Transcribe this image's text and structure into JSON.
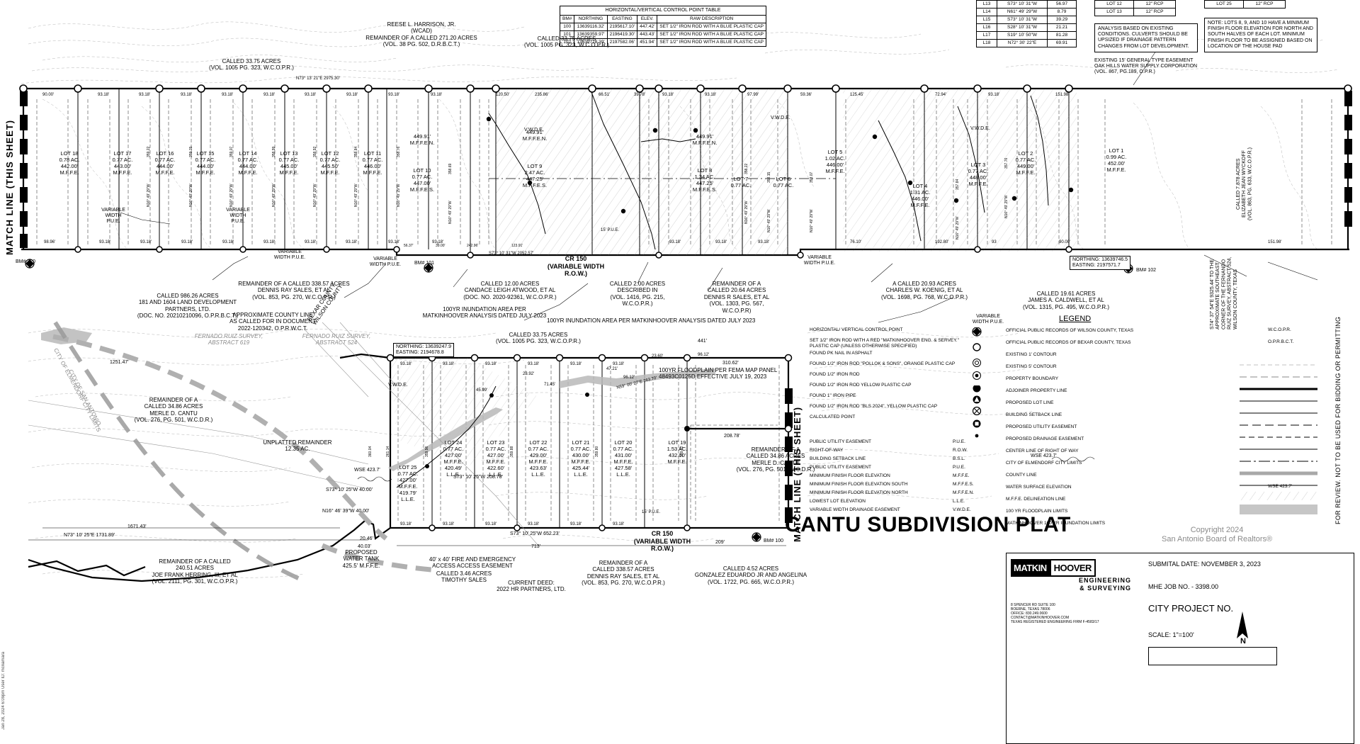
{
  "sheet": {
    "title": "CANTU SUBDIVISION PLAT",
    "match_line_left": "MATCH LINE (THIS SHEET)",
    "match_line_right": "MATCH LINE (THIS SHEET)",
    "sidebar_note": "FOR REVIEW. NOT TO BE USED FOR BIDDING OR PERMITTING",
    "vertical_date": "Jan 28, 2024 6:09pm  User ID: mcnamara",
    "copyright": "Copyright 2024\nSan Antonio Board of Realtors®"
  },
  "control_point_table": {
    "title": "HORIZONTAL/VERTICAL CONTROL POINT TABLE",
    "headers": [
      "BM#",
      "NORTHING",
      "EASTING",
      "ELEV.",
      "RAW DESCRIPTION"
    ],
    "rows": [
      [
        "100",
        "13639116.32'",
        "2195617.10'",
        "447.42'",
        "SET 1/2\" IRON ROD WITH A BLUE PLASTIC CAP"
      ],
      [
        "101",
        "13639359.97'",
        "2196419.30'",
        "443.43'",
        "SET 1/2\" IRON ROD WITH A BLUE PLASTIC CAP"
      ],
      [
        "102",
        "13639718.39'",
        "2197582.06'",
        "451.94'",
        "SET 1/2\" IRON ROD WITH A BLUE PLASTIC CAP"
      ]
    ]
  },
  "line_table": {
    "rows": [
      [
        "L13",
        "S73° 10' 31\"W",
        "56.97"
      ],
      [
        "L14",
        "N61° 49' 29\"W",
        "8.79"
      ],
      [
        "L15",
        "S73° 10' 31\"W",
        "39.29"
      ],
      [
        "L16",
        "S28° 10' 31\"W",
        "21.21"
      ],
      [
        "L17",
        "S19° 10' 50\"W",
        "81.28"
      ],
      [
        "L18",
        "N72° 30' 22\"E",
        "69.91"
      ]
    ]
  },
  "culvert_table_left": {
    "rows": [
      [
        "LOT 12",
        "12\" RCP"
      ],
      [
        "LOT 13",
        "12\" RCP"
      ]
    ]
  },
  "culvert_table_right": {
    "rows": [
      [
        "LOT 25",
        "12\" RCP"
      ]
    ]
  },
  "notes": {
    "drainage_note": "ANALYSIS BASED ON EXISTING CONDITIONS. CULVERTS SHOULD BE UPSIZED IF DRAINAGE PATTERN CHANGES FROM LOT DEVELOPMENT.",
    "easement_note": "EXISTING 15' GENERAL TYPE EASEMENT OAK HILLS WATER SUPPLY CORPORATION (VOL. 867, PG.189, O.P.R.)",
    "mffe_note": "NOTE: LOTS 8, 9, AND 10 HAVE A MINIMUM FINISH FLOOR ELEVATION FOR NORTH AND SOUTH HALVES OF EACH LOT. MINIMUM FINISH FLOOR TO BE ASSIGNED BASED ON LOCATION OF THE HOUSE PAD",
    "floodplain_note": "100YR FLOODPLAIN PER FEMA MAP PANEL 48493C0125D EFFECTIVE JULY 19, 2023",
    "inundation_note_upper": "100YR INUNDATION AREA PER MATKINHOOVER ANALYSIS DATED JULY 2023",
    "inundation_note_mid": "100YR INUNDATION AREA PER MATKINHOOVER ANALYSIS DATED JULY 2023"
  },
  "adjoiners": [
    {
      "id": "harrison",
      "text": "REESE L. HARRISON, JR.\n(WCAD)\nREMAINDER OF A CALLED 271.20 ACRES\n(VOL. 38 PG. 502, D.R.B.C.T.)"
    },
    {
      "id": "called-33-75-top",
      "text": "CALLED 33.75 ACRES\n(VOL. 1005 PG. 323, W.C.O.P.R.)"
    },
    {
      "id": "called-33-75-left",
      "text": "CALLED 33.75 ACRES\n(VOL. 1005 PG. 323, W.C.O.P.R.)"
    },
    {
      "id": "sales-338",
      "text": "REMAINDER OF A CALLED 338.57 ACRES\nDENNIS RAY SALES, ET AL\n(VOL. 853, PG. 270, W.C.O.P.R.)"
    },
    {
      "id": "atwood",
      "text": "CALLED 12.00 ACRES\nCANDACE LEIGH ATWOOD, ET AL\n(DOC. NO. 2020-92361, W.C.O.P.R.)"
    },
    {
      "id": "called-2-00",
      "text": "CALLED 2.00 ACRES\nDESCRIBED IN\n(VOL. 1416, PG. 215,\nW.C.O.P.R.)"
    },
    {
      "id": "sales-2064",
      "text": "REMAINDER OF A\nCALLED 20.64 ACRES\nDENNIS R SALES, ET AL\n(VOL. 1303, PG. 567,\nW.C.O.P.R)"
    },
    {
      "id": "koenig",
      "text": "A CALLED 20.93 ACRES\nCHARLES W. KOENIG, ET AL\n(VOL. 1698, PG. 768, W.C.O.P.R.)"
    },
    {
      "id": "caldwell",
      "text": "CALLED 19.61 ACRES\nJAMES A. CALDWELL, ET AL\n(VOL. 1315, PG. 495, W.C.O.P.R.)"
    },
    {
      "id": "land1604",
      "text": "CALLED 986.26 ACRES\n181 AND 1604 LAND DEVELOPMENT\nPARTNERS, LTD.\n(DOC. NO. 20210210096, O.P.R.B.C.T.)"
    },
    {
      "id": "cantu-3486-left",
      "text": "REMAINDER OF A\nCALLED 34.86 ACRES\nMERLE D. CANTU\n(VOL. 276, PG. 501, W.C.D.R.)"
    },
    {
      "id": "cantu-3486-right",
      "text": "REMAINDER OF A\nCALLED 34.86 ACRES\nMERLE D. CANTU\n(VOL. 276, PG. 501, W.C.D.R.)"
    },
    {
      "id": "called-33-75-mid",
      "text": "CALLED 33.75 ACRES\n(VOL. 1005 PG. 323, W.C.O.P.R.)"
    },
    {
      "id": "herring",
      "text": "REMAINDER OF A CALLED\n240.51 ACRES\nJOE FRANK HERRING, III, ET AL\n(VOL. 2111, PG. 301, W.C.O.P.R.)"
    },
    {
      "id": "sales-338-bottom",
      "text": "REMAINDER OF A\nCALLED 338.57 ACRES\nDENNIS RAY SALES, ET AL\n(VOL. 853, PG. 270, W.C.O.P.R.)"
    },
    {
      "id": "gonzalez",
      "text": "CALLED 4.52 ACRES\nGONZALEZ EDUARDO JR AND ANGELINA\n(VOL. 1722, PG. 665, W.C.O.P.R.)"
    },
    {
      "id": "timothy-sales",
      "text": "CALLED 3.46 ACRES\nTIMOTHY SALES"
    },
    {
      "id": "current-deed",
      "text": "CURRENT DEED:\n2022 HR PARTNERS, LTD."
    },
    {
      "id": "elizabeth-wyckoff",
      "text": "CALLED 7.878 ACRES\nELIZABETH JEAN WYCKOFF\n(VOL. 863, PG. 633, W.C.O.P.R.)"
    },
    {
      "id": "approx-corner",
      "text": "S74° 37' 54\"E   9325.44' TO THE\nAPPROXIMATE SOUTHEAST\nCORNER OF THE FERNANDO\nRUIZ SURVEY, ABSTRACT 524,\nWILSON COUNTY, TEXAS"
    },
    {
      "id": "unplatted",
      "text": "UNPLATTED REMAINDER\n12.35 AC."
    },
    {
      "id": "county-line",
      "text": "APPROXIMATE COUNTY LINE\nAS CALLED FOR IN DOCUMENT\n2022-120342, O.P.R.W.C.T."
    },
    {
      "id": "water-tank",
      "text": "PROPOSED\nWATER TANK\n425.5' M.F.F.E."
    },
    {
      "id": "fire-access",
      "text": "40' x 40' FIRE AND EMERGENCY\nACCESS ACCESS EASEMENT"
    }
  ],
  "survey_labels": [
    {
      "id": "ruiz-619",
      "text": "FERNADO RUIZ SURVEY,\nABSTRACT 619"
    },
    {
      "id": "ruiz-524",
      "text": "FERNADO RUIZ SURVEY,\nABSTRACT 524"
    },
    {
      "id": "bexar-wilson",
      "text": "BEXAR COUNTY\nWILSON COUNTY"
    },
    {
      "id": "elmendorf",
      "text": "CITY OF ELMENDORF CITY LIMITS"
    },
    {
      "id": "san-antonio",
      "text": "CITY OF SAN ANTONIO"
    },
    {
      "id": "cr150-upper",
      "text": "CR 150\n(VARIABLE WIDTH R.O.W.)"
    },
    {
      "id": "cr150-lower",
      "text": "CR 150\n(VARIABLE WIDTH R.O.W.)"
    },
    {
      "id": "cr150-right",
      "text": "CR 150\n(VARIABLE WIDTH R.O.W.)"
    }
  ],
  "coord_boxes": [
    {
      "id": "bm101-coords",
      "northing": "NORTHING: 13639247.9",
      "easting": "EASTING: 2194678.8"
    },
    {
      "id": "bm102-coords",
      "northing": "NORTHING: 13639746.5",
      "easting": "EASTING: 2197571.7"
    }
  ],
  "bench_marks": [
    {
      "id": "bm100-left",
      "label": "BM# 100"
    },
    {
      "id": "bm101",
      "label": "BM# 101"
    },
    {
      "id": "bm102",
      "label": "BM# 102"
    },
    {
      "id": "bm100-bottom",
      "label": "BM# 100"
    }
  ],
  "lots_upper": [
    {
      "lot": "LOT 18",
      "acres": "0.78 AC.",
      "mffe": "442.00'",
      "mffe_label": "M.F.F.E.",
      "width": "90.00'",
      "depth": "",
      "bearing": ""
    },
    {
      "lot": "LOT 17",
      "acres": "0.77 AC.",
      "mffe": "443.00'",
      "mffe_label": "M.F.F.E.",
      "width": "93.18'",
      "depth": "359.22",
      "bearing": "N16° 49' 29\"W"
    },
    {
      "lot": "LOT 16",
      "acres": "0.77 AC.",
      "mffe": "444.00'",
      "mffe_label": "M.F.F.E.",
      "width": "93.18'",
      "depth": "359.15",
      "bearing": "N16° 49' 29\"W"
    },
    {
      "lot": "LOT 15",
      "acres": "0.77 AC.",
      "mffe": "444.00'",
      "mffe_label": "M.F.F.E.",
      "width": "93.18'",
      "depth": "359.07",
      "bearing": "N16° 49' 29\"W"
    },
    {
      "lot": "LOT 14",
      "acres": "0.77 AC.",
      "mffe": "444.00'",
      "mffe_label": "M.F.F.E.",
      "width": "93.18'",
      "depth": "358.99",
      "bearing": "N16° 49' 29\"W"
    },
    {
      "lot": "LOT 13",
      "acres": "0.77 AC.",
      "mffe": "445.00'",
      "mffe_label": "M.F.F.E.",
      "width": "93.18'",
      "depth": "358.92",
      "bearing": "N16° 49' 29\"W"
    },
    {
      "lot": "LOT 12",
      "acres": "0.77 AC.",
      "mffe": "445.50'",
      "mffe_label": "M.F.F.E.",
      "width": "93.18'",
      "depth": "358.84",
      "bearing": "N16° 49' 29\"W"
    },
    {
      "lot": "LOT 11",
      "acres": "0.77 AC.",
      "mffe": "446.00'",
      "mffe_label": "M.F.F.E.",
      "width": "93.18'",
      "depth": "358.76",
      "bearing": "N16° 49' 29\"W"
    },
    {
      "lot": "LOT 10",
      "acres": "0.77 AC.",
      "mffe": "447.00'",
      "mffe_label": "M.F.F.E.S.",
      "mffe_north": "449.91'",
      "mffe_north_label": "M.F.F.E.N.",
      "width": "93.18'",
      "depth": "358.69",
      "bearing": "N16° 49' 29\"W"
    },
    {
      "lot": "LOT 9",
      "acres": "2.47 AC.",
      "mffe": "447.25'",
      "mffe_label": "M.F.F.E.S.",
      "mffe_north": "449.91'",
      "mffe_north_label": "M.F.F.E.N.",
      "width": "235.86'",
      "depth": "",
      "bearing": ""
    },
    {
      "lot": "LOT 8",
      "acres": "1.34 AC.",
      "mffe": "447.25'",
      "mffe_label": "M.F.F.E.S.",
      "mffe_north": "449.91'",
      "mffe_north_label": "M.F.F.E.N.",
      "width": "66.51'",
      "depth": "358.22",
      "bearing": "N16° 49' 29\"W"
    },
    {
      "lot": "LOT 7",
      "acres": "0.77 AC.",
      "mffe": "",
      "mffe_label": "",
      "width": "93.18'",
      "depth": "358.15",
      "bearing": "N16° 49' 29\"W"
    },
    {
      "lot": "LOT 6",
      "acres": "0.77 AC.",
      "mffe": "",
      "mffe_label": "",
      "width": "93.18'",
      "depth": "358.07",
      "bearing": "N16° 49' 29\"W"
    },
    {
      "lot": "LOT 5",
      "acres": "1.02 AC.",
      "mffe": "446.00'",
      "mffe_label": "M.F.F.E.",
      "width": "97.99'",
      "depth": "",
      "bearing": ""
    },
    {
      "lot": "LOT 4",
      "acres": "1.31 AC.",
      "mffe": "446.00'",
      "mffe_label": "M.F.F.E.",
      "width": "125.45'",
      "depth": "357.84",
      "bearing": "N16° 49' 29\"W"
    },
    {
      "lot": "LOT 3",
      "acres": "0.77 AC.",
      "mffe": "448.00'",
      "mffe_label": "M.F.F.E.",
      "width": "72.94'",
      "depth": "357.76",
      "bearing": "N16° 49' 29\"W"
    },
    {
      "lot": "LOT 2",
      "acres": "0.77 AC.",
      "mffe": "449.00'",
      "mffe_label": "M.F.F.E.",
      "width": "93.18'",
      "depth": "",
      "bearing": ""
    },
    {
      "lot": "LOT 1",
      "acres": "0.99 AC.",
      "mffe": "452.00'",
      "mffe_label": "M.F.F.E.",
      "width": "151.98'",
      "depth": "",
      "bearing": ""
    }
  ],
  "lots_lower": [
    {
      "lot": "LOT 25",
      "acres": "0.77 AC.",
      "mffe": "427.00'",
      "mffe_label": "M.F.F.E.",
      "lle": "419.79'",
      "lle_label": "L.L.E.",
      "width": "93.18'"
    },
    {
      "lot": "LOT 24",
      "acres": "0.77 AC.",
      "mffe": "427.00'",
      "mffe_label": "M.F.F.E.",
      "lle": "420.49'",
      "lle_label": "L.L.E.",
      "width": "93.18'"
    },
    {
      "lot": "LOT 23",
      "acres": "0.77 AC.",
      "mffe": "427.00'",
      "mffe_label": "M.F.F.E.",
      "lle": "422.60'",
      "lle_label": "L.L.E.",
      "width": "93.18'"
    },
    {
      "lot": "LOT 22",
      "acres": "0.77 AC.",
      "mffe": "429.00'",
      "mffe_label": "M.F.F.E.",
      "lle": "423.63'",
      "lle_label": "L.L.E.",
      "width": "93.18'"
    },
    {
      "lot": "LOT 21",
      "acres": "0.77 AC.",
      "mffe": "430.00'",
      "mffe_label": "M.F.F.E.",
      "lle": "425.44'",
      "lle_label": "L.L.E.",
      "width": "93.18'"
    },
    {
      "lot": "LOT 20",
      "acres": "0.77 AC.",
      "mffe": "431.00'",
      "mffe_label": "M.F.F.E.",
      "lle": "427.58'",
      "lle_label": "L.L.E.",
      "width": "93.18'"
    },
    {
      "lot": "LOT 19",
      "acres": "1.53 AC.",
      "mffe": "432.00'",
      "mffe_label": "M.F.F.E.",
      "lle": "",
      "lle_label": "",
      "width": ""
    }
  ],
  "dimensions_upper": [
    "90.00'",
    "93.18'",
    "93.18'",
    "93.18'",
    "93.18'",
    "93.18'",
    "93.18'",
    "93.18'",
    "93.18'",
    "93.18'",
    "120.50'",
    "235.86'",
    "66.51'",
    "39.78'",
    "93.18'",
    "93.18'",
    "97.99'",
    "59.36'",
    "125.45'",
    "72.94'",
    "93.18'",
    "151.98'"
  ],
  "bearings_upper": {
    "top_line": "N73° 13' 21\"E   2975.30'",
    "bottom_line": "S73° 10' 31\"W   2052.57'",
    "segment_242": "242.96'",
    "segment_123": "123.91'",
    "segment_39": "39.00'",
    "segment_56": "56.37'"
  },
  "callout_labels": [
    {
      "id": "vwde-1",
      "text": "V.W.D.E."
    },
    {
      "id": "vwde-2",
      "text": "V.W.D.E."
    },
    {
      "id": "vwde-3",
      "text": "V.W.D.E."
    },
    {
      "id": "vwde-4",
      "text": "V.W.D.E."
    },
    {
      "id": "pue-15-1",
      "text": "15' P.U.E."
    },
    {
      "id": "pue-15-2",
      "text": "15' P.U.E."
    },
    {
      "id": "var-pue-1",
      "text": "VARIABLE\nWIDTH\nP.U.E."
    },
    {
      "id": "var-pue-2",
      "text": "VARIABLE\nWIDTH\nP.U.E."
    },
    {
      "id": "var-pue-3",
      "text": "VARIABLE\nWIDTH P.U.E."
    },
    {
      "id": "var-pue-4",
      "text": "VARIABLE\nWIDTH P.U.E."
    },
    {
      "id": "var-pue-5",
      "text": "VARIABLE\nWIDTH P.U.E."
    },
    {
      "id": "wse-1",
      "text": "WSE 423.7'"
    },
    {
      "id": "wse-2",
      "text": "WSE 423.7'"
    }
  ],
  "misc_dims": [
    "1251.47'",
    "1671.43'",
    "N73° 10' 25\"E   1731.89'",
    "441'",
    "310.62'",
    "208.78'",
    "713'",
    "209'",
    "23.60'",
    "96.12'",
    "23.92'",
    "71.45'",
    "45.99'",
    "47.21'",
    "96.12'",
    "N59° 00' 27\"E   263.70'",
    "S73° 10' 25\"W   208.78'",
    "S73° 10' 25\"W   652.23'",
    "N16° 46' 39\"W   40.00'",
    "S73° 10' 25\"W   40.00'",
    "20.46'",
    "40.03'",
    "425.5'"
  ],
  "legend": {
    "title": "LEGEND",
    "symbols": [
      {
        "label": "HORIZONTAL/ VERTICAL CONTROL POINT",
        "symbol": "control-point-icon"
      },
      {
        "label": "SET 1/2\" IRON ROD WITH A RED \"MATKINHOOVER ENG. & SERVEY.\" PLASTIC CAP (UNLESS OTHERWISE SPECIFIED)",
        "symbol": "open-circle-icon"
      },
      {
        "label": "FOUND PK NAIL IN ASPHALT",
        "symbol": "double-circle-icon"
      },
      {
        "label": "FOUND 1/2\" IRON ROD \"POLLOK & SONS\", ORANGE PLASTIC CAP",
        "symbol": "dot-in-circle-icon"
      },
      {
        "label": "FOUND 1/2\" IRON ROD",
        "symbol": "half-filled-circle-icon"
      },
      {
        "label": "FOUND 1/2\" IRON ROD YELLOW PLASTIC CAP",
        "symbol": "triangle-circle-icon"
      },
      {
        "label": "FOUND 1\" IRON PIPE",
        "symbol": "crossed-circle-icon"
      },
      {
        "label": "FOUND 1/2\" IRON ROD \"BLS 2024\", YELLOW PLASTIC CAP",
        "symbol": "square-circle-icon"
      },
      {
        "label": "CALCULATED POINT",
        "symbol": "small-dot-icon"
      }
    ],
    "abbreviations": [
      {
        "abbr": "P.U.E.",
        "label": "PUBLIC UTILITY EASEMENT"
      },
      {
        "abbr": "R.O.W.",
        "label": "RIGHT-OF-WAY"
      },
      {
        "abbr": "B.S.L.",
        "label": "BUILDING SETBACK LINE"
      },
      {
        "abbr": "P.U.E.",
        "label": "PUBLIC UTILITY EASEMENT"
      },
      {
        "abbr": "M.F.F.E.",
        "label": "MINIMUM FINISH FLOOR ELEVATION"
      },
      {
        "abbr": "M.F.F.E.S.",
        "label": "MINIMUM FINISH FLOOR ELEVATION SOUTH"
      },
      {
        "abbr": "M.F.F.E.N.",
        "label": "MINIMUM FINISH FLOOR ELEVATION NORTH"
      },
      {
        "abbr": "L.L.E.",
        "label": "LOWEST LOT ELEVATION"
      },
      {
        "abbr": "V.W.D.E.",
        "label": "VARIABLE WIDTH DRAINAGE EASEMENT"
      }
    ],
    "lines": [
      {
        "label": "OFFICIAL PUBLIC RECORDS OF WILSON COUNTY, TEXAS",
        "right": "W.C.O.P.R.",
        "style": "none"
      },
      {
        "label": "OFFICIAL PUBLIC RECORDS OF BEXAR COUNTY, TEXAS",
        "right": "O.P.R.B.C.T.",
        "style": "none"
      },
      {
        "label": "EXISTING 1' CONTOUR",
        "right": "",
        "style": "contour1"
      },
      {
        "label": "EXISTING 5' CONTOUR",
        "right": "",
        "style": "contour5"
      },
      {
        "label": "PROPERTY BOUNDARY",
        "right": "",
        "style": "heavy"
      },
      {
        "label": "ADJOINER PROPERTY LINE",
        "right": "",
        "style": "solid"
      },
      {
        "label": "PROPOSED LOT LINE",
        "right": "",
        "style": "solid"
      },
      {
        "label": "BUILDING SETBACK LINE",
        "right": "",
        "style": "dashed"
      },
      {
        "label": "PROPOSED UTILITY EASEMENT",
        "right": "",
        "style": "dashed2"
      },
      {
        "label": "PROPOSED DRAINAGE EASEMENT",
        "right": "",
        "style": "solid"
      },
      {
        "label": "CENTER LINE OF RIGHT OF WAY",
        "right": "",
        "style": "centerline"
      },
      {
        "label": "CITY OF ELMENDORF CITY LIMITS",
        "right": "",
        "style": "thick-gray"
      },
      {
        "label": "COUNTY LINE",
        "right": "",
        "style": "solid"
      },
      {
        "label": "WATER SURFACE ELEVATION",
        "right": "WSE 423.7'",
        "style": "none"
      },
      {
        "label": "M.F.F.E. DELINEATION LINE",
        "right": "",
        "style": "dashdot"
      },
      {
        "label": "100 YR FLOODPLAIN LIMITS",
        "right": "",
        "style": "hatchband"
      },
      {
        "label": "MATKINHOOVER 100 YR INUNDATION LIMITS",
        "right": "",
        "style": "grayband"
      }
    ]
  },
  "title_block": {
    "firm_name_part1": "MATKIN",
    "firm_name_part2": "HOOVER",
    "firm_sub1": "ENGINEERING",
    "firm_sub2": "& SURVEYING",
    "firm_address": "8 SPENCER RD SUITE 100\nBOERNE, TEXAS 78006\nOFFICE: 830.249.0600\nCONTACT@MATKINHOOVER.COM\nTEXAS REGISTERED ENGINEERING FIRM F-4583/17",
    "firm_address2": "8 SPENCER RD STE 100\nBOERNE, TEXAS 78006\nOFFICE: 830.249.0600",
    "submittal": "SUBMITAL DATE: NOVEMBER 3, 2023",
    "job_no": "MHE JOB NO. - 3398.00",
    "city_project": "CITY PROJECT NO.",
    "scale": "SCALE: 1\"=100'",
    "north_label": "N"
  }
}
